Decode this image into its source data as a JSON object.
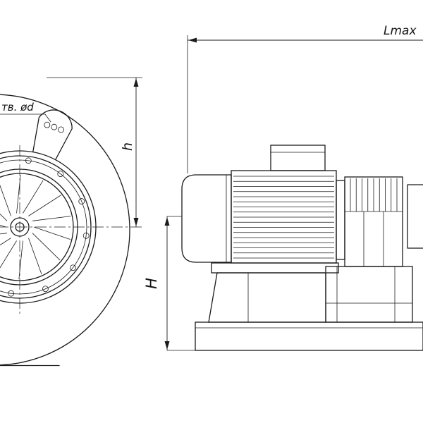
{
  "drawing": {
    "type": "technical-drawing",
    "subject": "centrifugal fan with motor, front and side projection views",
    "labels": {
      "length_max": "Lmax",
      "height_axis": "h",
      "height_total": "H",
      "holes_note": "тв. ød"
    },
    "colors": {
      "line": "#1b1b1b",
      "background": "#ffffff"
    }
  }
}
